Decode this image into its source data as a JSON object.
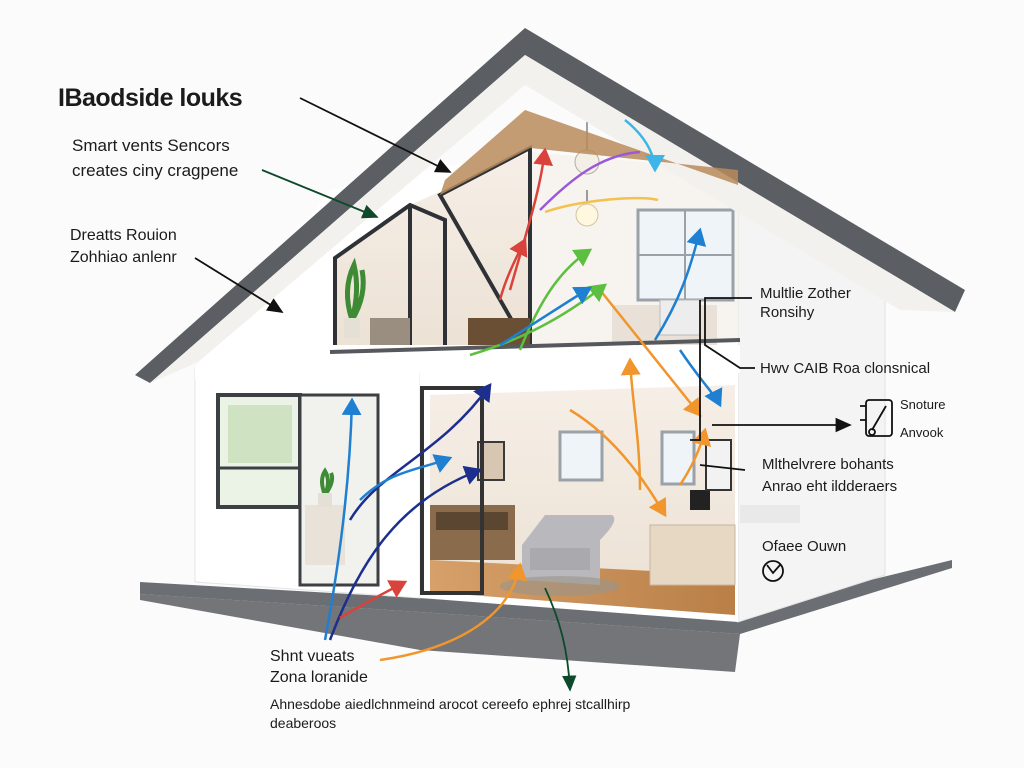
{
  "diagram": {
    "title": "IBaodside louks",
    "labels": {
      "smart_vents_line1": "Smart vents Sencors",
      "smart_vents_line2": "creates ciny cragpene",
      "dreats_line1": "Dreatts Rouion",
      "dreats_line2": "Zohhiao anlenr",
      "multi_zone_line1": "Multlie Zother",
      "multi_zone_line2": "Ronsihy",
      "hvac_control": "Hwv CAIB Roa clonsnical",
      "sensor_line1": "Snoture",
      "sensor_line2": "Anvook",
      "remote_line1": "Mlthelvrere bohants",
      "remote_line2": "Anrao eht ildderaers",
      "office": "Ofaee Ouwn",
      "smart_heats_line1": "Shnt vueats",
      "smart_heats_line2": "Zona loranide",
      "footer_line1": "Ahnesdobe aiedlchnmeind arocot cereefo ephrej stcallhirp",
      "footer_line2": "deaberoos"
    },
    "icons": [
      "thermostat-icon",
      "clock-icon",
      "pendant-lamp-icon",
      "plant-icon"
    ],
    "colors": {
      "airflow_blue": "#1f7fd1",
      "airflow_navy": "#1c2f8f",
      "airflow_orange": "#f0962c",
      "airflow_red": "#d9433b",
      "airflow_green": "#5cbf3f",
      "airflow_purple": "#9a59d6",
      "airflow_cyan": "#3db5e8",
      "pointer_dark": "#111111",
      "pointer_green": "#0d4a2c",
      "roof_gray": "#5b5f63",
      "wall_white": "#ffffff",
      "floor_wood": "#c9925a"
    }
  }
}
